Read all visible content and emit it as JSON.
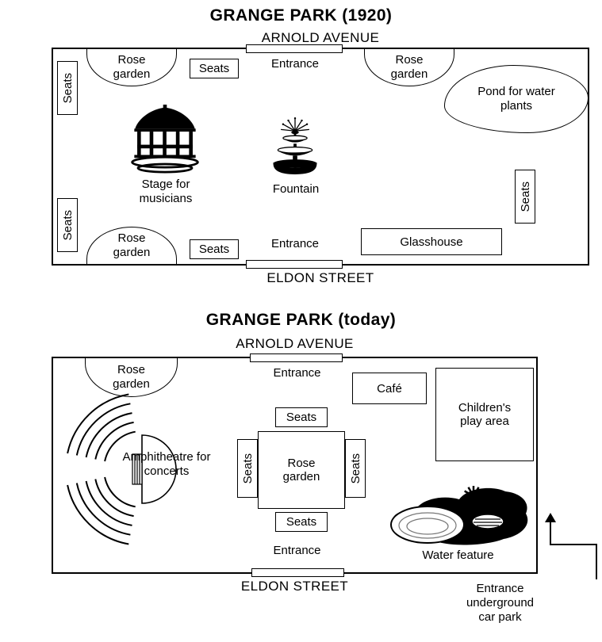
{
  "page": {
    "background": "#ffffff",
    "ink": "#000000"
  },
  "map_1920": {
    "title": "GRANGE PARK (1920)",
    "street_top": "ARNOLD AVENUE",
    "street_bottom": "ELDON STREET",
    "rose_garden": "Rose garden",
    "seats": "Seats",
    "entrance": "Entrance",
    "pond": "Pond for water plants",
    "stage": "Stage for musicians",
    "fountain": "Fountain",
    "glasshouse": "Glasshouse"
  },
  "map_today": {
    "title": "GRANGE PARK (today)",
    "street_top": "ARNOLD AVENUE",
    "street_bottom": "ELDON STREET",
    "rose_garden": "Rose garden",
    "seats": "Seats",
    "entrance": "Entrance",
    "cafe": "Café",
    "play_area": "Children's play area",
    "amphitheatre": "Amphitheatre for concerts",
    "water_feature": "Water feature",
    "car_park_entrance": "Entrance underground car park"
  }
}
